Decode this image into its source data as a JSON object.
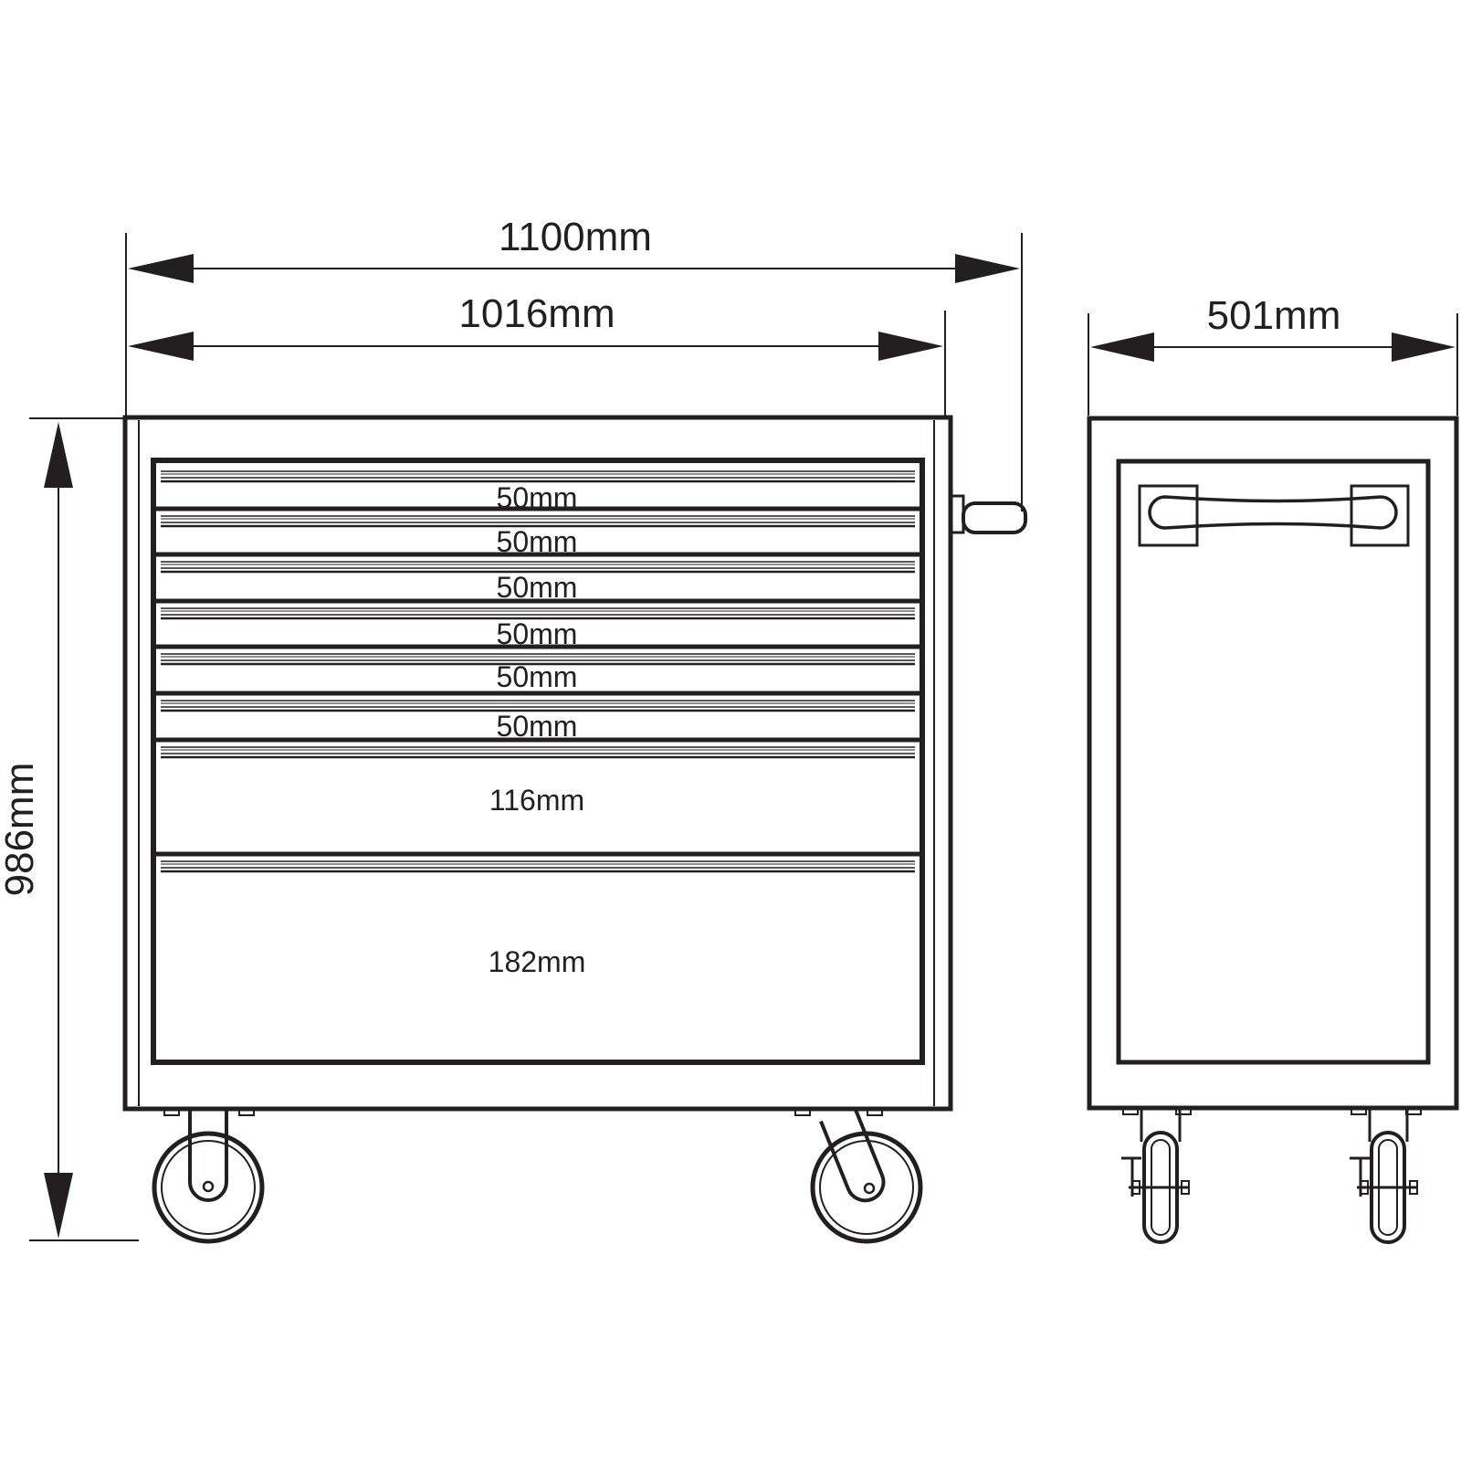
{
  "dimensions": {
    "overall_width": "1100mm",
    "cabinet_width": "1016mm",
    "depth": "501mm",
    "height": "986mm"
  },
  "drawers": [
    {
      "label": "50mm"
    },
    {
      "label": "50mm"
    },
    {
      "label": "50mm"
    },
    {
      "label": "50mm"
    },
    {
      "label": "50mm"
    },
    {
      "label": "50mm"
    },
    {
      "label": "116mm"
    },
    {
      "label": "182mm"
    }
  ],
  "colors": {
    "line": "#231f20",
    "background": "#ffffff"
  }
}
